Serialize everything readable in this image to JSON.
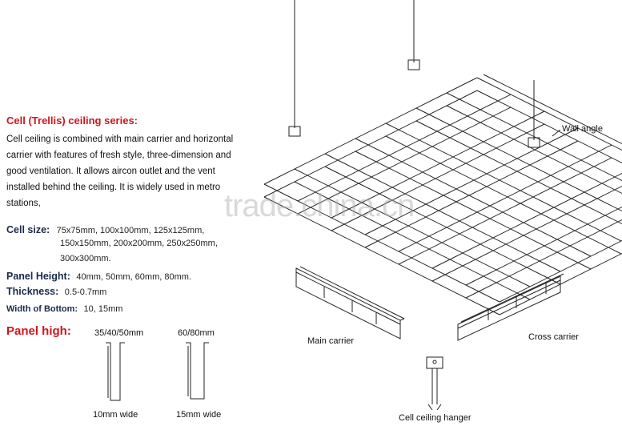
{
  "title": "Cell (Trellis) ceiling series:",
  "description": "Cell ceiling is combined with main carrier and horizontal carrier with features of fresh style, three-dimension and good ventilation. It allows aircon outlet and the vent installed behind the ceiling. It is widely used in metro stations,",
  "cell_size": {
    "label": "Cell size:",
    "line1": "75x75mm,  100x100mm,  125x125mm,",
    "line2": "150x150mm,   200x200mm,  250x250mm,",
    "line3": "300x300mm."
  },
  "panel_height": {
    "label": "Panel Height:",
    "value": "40mm, 50mm, 60mm, 80mm."
  },
  "thickness": {
    "label": "Thickness:",
    "value": "0.5-0.7mm"
  },
  "width_of_bottom": {
    "label": "Width of Bottom:",
    "value": "10, 15mm"
  },
  "panel_high": {
    "label": "Panel high:",
    "profile1_heights": "35/40/50mm",
    "profile2_heights": "60/80mm",
    "profile1_width": "10mm wide",
    "profile2_width": "15mm wide"
  },
  "diagram_labels": {
    "wall_angle": "Wall angle",
    "main_carrier": "Main carrier",
    "cross_carrier": "Cross carrier",
    "hanger": "Cell ceiling hanger"
  },
  "watermark": "trade.china.cn",
  "colors": {
    "accent_red": "#d2141b",
    "label_navy": "#1b2a4a"
  }
}
